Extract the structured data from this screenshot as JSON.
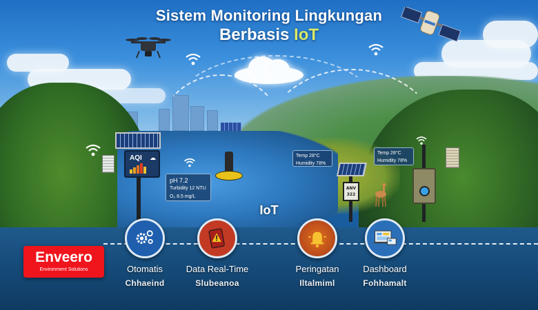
{
  "title": {
    "line1": "Sistem Monitoring Lingkungan",
    "line2_prefix": "Berbasis ",
    "line2_accent": "IoT",
    "accent_color": "#d9e96a"
  },
  "brand": {
    "name": "Enveero",
    "tagline": "Environment Solutions",
    "color": "#f0141c"
  },
  "air_station": {
    "screen_label": "AQI",
    "icon": "cloud-icon",
    "bar_colors": [
      "#f2c230",
      "#f0a020",
      "#e87020",
      "#e04020",
      "#f2c230"
    ]
  },
  "water_sensor": {
    "ph": "pH 7.2",
    "turbidity": "Turbidity 12 NTU",
    "oxygen": "O₂ 8.5 mg/L"
  },
  "field_sensor_1": {
    "temp": "Temp 28°C",
    "humidity": "Humidity 78%"
  },
  "field_sensor_2": {
    "temp": "Temp 28°C",
    "humidity": "Humidity 78%"
  },
  "sign": {
    "line1": "ANV",
    "line2": "322"
  },
  "hub_label": "IoT",
  "features": [
    {
      "name": "Otomatis",
      "sub": "Chhaeind",
      "icon": "gears-icon",
      "color": "#1f5fae"
    },
    {
      "name": "Data Real-Time",
      "sub": "Slubeanoa",
      "icon": "alert-tablet-icon",
      "color": "#c23a24"
    },
    {
      "name": "Peringatan",
      "sub": "Iltalmiml",
      "icon": "bell-icon",
      "color": "#c0501e"
    },
    {
      "name": "Dashboard",
      "sub": "Fohhamalt",
      "icon": "dashboard-icon",
      "color": "#2a6fb8"
    }
  ]
}
